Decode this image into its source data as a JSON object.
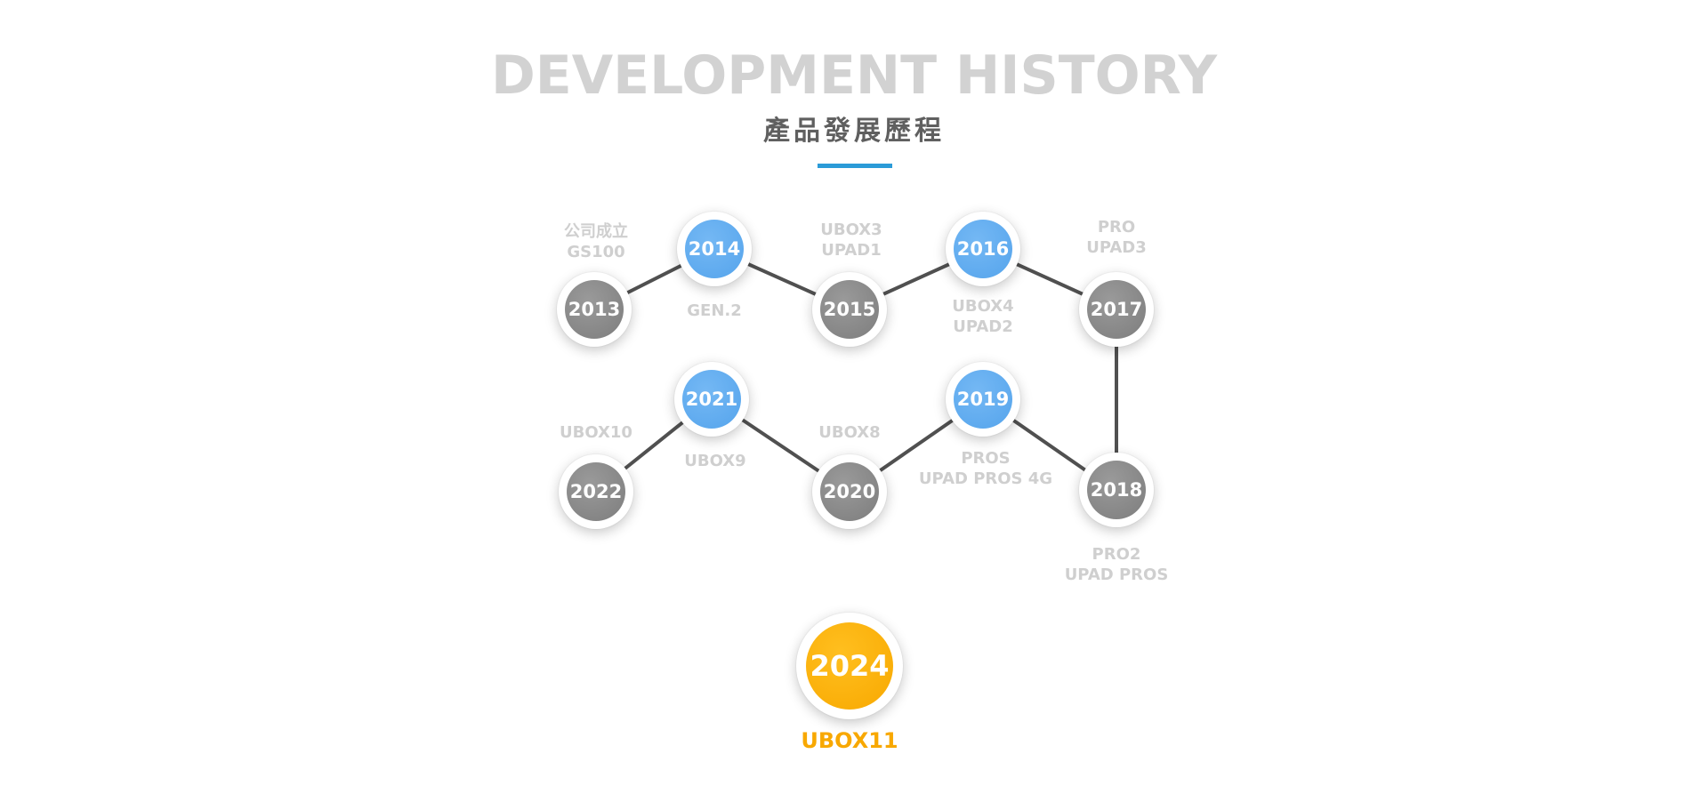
{
  "header": {
    "title": "DEVELOPMENT HISTORY",
    "subtitle": "產品發展歷程"
  },
  "timeline": {
    "y2013": {
      "year": "2013",
      "lines": [
        "公司成立",
        "GS100"
      ]
    },
    "y2014": {
      "year": "2014",
      "lines": [
        "GEN.2"
      ]
    },
    "y2015": {
      "year": "2015",
      "lines": [
        "UBOX3",
        "UPAD1"
      ]
    },
    "y2016": {
      "year": "2016",
      "lines": [
        "UBOX4",
        "UPAD2"
      ]
    },
    "y2017": {
      "year": "2017",
      "lines": [
        "PRO",
        "UPAD3"
      ]
    },
    "y2018": {
      "year": "2018",
      "lines": [
        "PRO2",
        "UPAD PROS"
      ]
    },
    "y2019": {
      "year": "2019",
      "lines": [
        "PROS",
        "UPAD PROS 4G"
      ]
    },
    "y2020": {
      "year": "2020",
      "lines": [
        "UBOX8"
      ]
    },
    "y2021": {
      "year": "2021",
      "lines": [
        "UBOX9"
      ]
    },
    "y2022": {
      "year": "2022",
      "lines": [
        "UBOX10"
      ]
    },
    "y2024": {
      "year": "2024",
      "lines": [
        "UBOX11"
      ]
    }
  },
  "colors": {
    "gray_node": "#8a8a8a",
    "blue_node": "#5eabef",
    "gold_node": "#f8a800",
    "accent_underline": "#2b9bd8",
    "label_text": "#cfcfcf",
    "title_text": "#d2d2d2",
    "subtitle_text": "#5f5f5f"
  }
}
